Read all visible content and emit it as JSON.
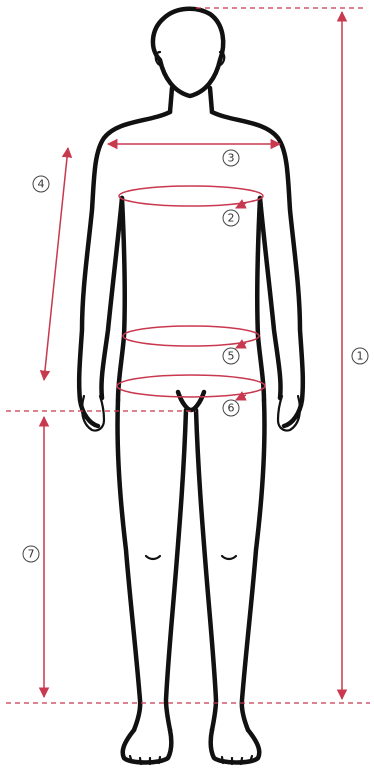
{
  "colors": {
    "measure_line": "#c8384e",
    "body_outline": "#111111",
    "label_circle": "#444444",
    "background": "#ffffff"
  },
  "labels": {
    "height": "1",
    "bust": "2",
    "shoulder": "3",
    "arm": "4",
    "waist": "5",
    "hip": "6",
    "leg": "7"
  }
}
